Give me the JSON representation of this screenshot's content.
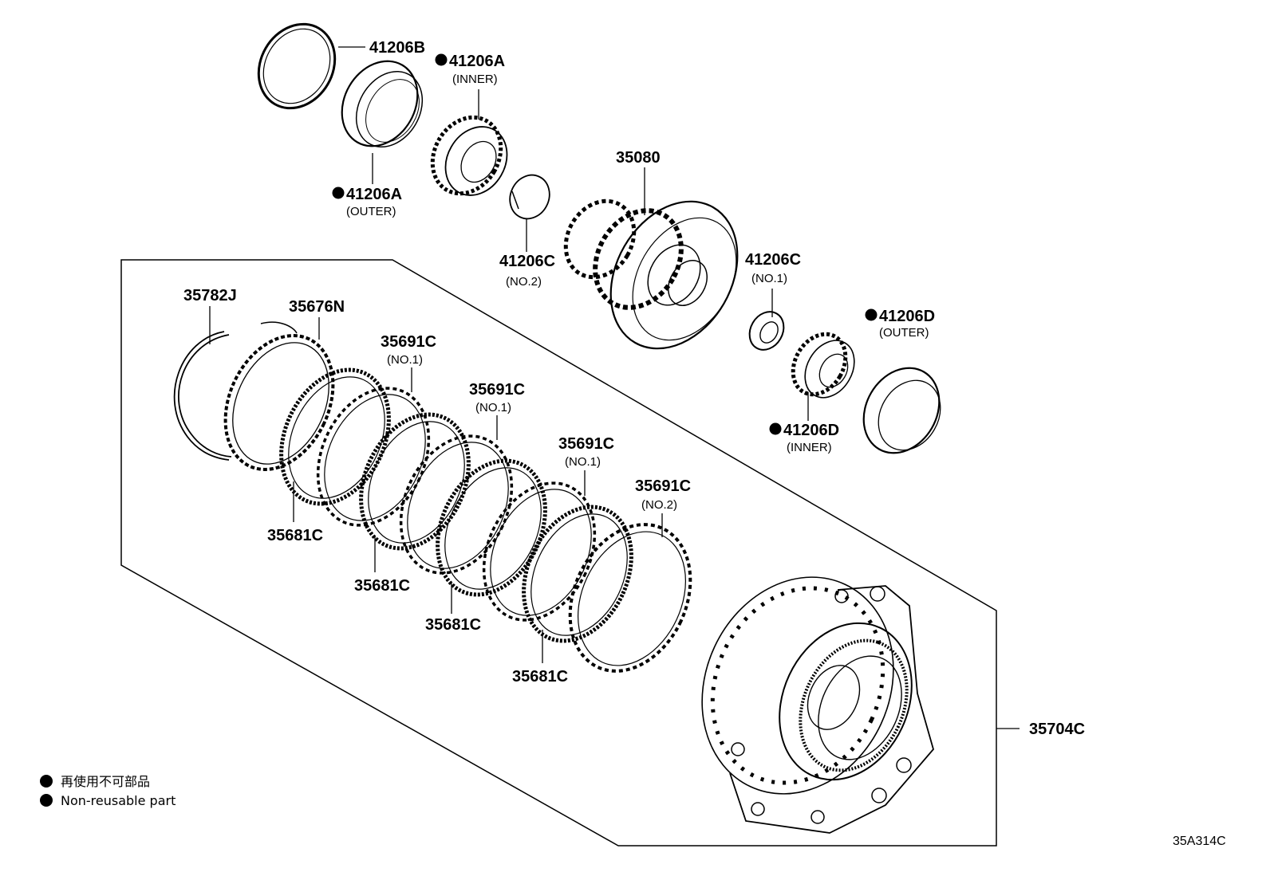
{
  "parts": {
    "p41206B": {
      "number": "41206B"
    },
    "p41206A_inner": {
      "number": "41206A",
      "note": "(INNER)"
    },
    "p41206A_outer": {
      "number": "41206A",
      "note": "(OUTER)"
    },
    "p35080": {
      "number": "35080"
    },
    "p41206C_no2": {
      "number": "41206C",
      "note": "(NO.2)"
    },
    "p41206C_no1": {
      "number": "41206C",
      "note": "(NO.1)"
    },
    "p41206D_outer": {
      "number": "41206D",
      "note": "(OUTER)"
    },
    "p41206D_inner": {
      "number": "41206D",
      "note": "(INNER)"
    },
    "p35782J": {
      "number": "35782J"
    },
    "p35676N": {
      "number": "35676N"
    },
    "p35691C_a": {
      "number": "35691C",
      "note": "(NO.1)"
    },
    "p35691C_b": {
      "number": "35691C",
      "note": "(NO.1)"
    },
    "p35691C_c": {
      "number": "35691C",
      "note": "(NO.1)"
    },
    "p35691C_d": {
      "number": "35691C",
      "note": "(NO.2)"
    },
    "p35681C_a": {
      "number": "35681C"
    },
    "p35681C_b": {
      "number": "35681C"
    },
    "p35681C_c": {
      "number": "35681C"
    },
    "p35681C_d": {
      "number": "35681C"
    },
    "p35704C": {
      "number": "35704C"
    }
  },
  "legend": {
    "jp": "再使用不可部品",
    "en": "Non-reusable part"
  },
  "diagram_code": "35A314C"
}
